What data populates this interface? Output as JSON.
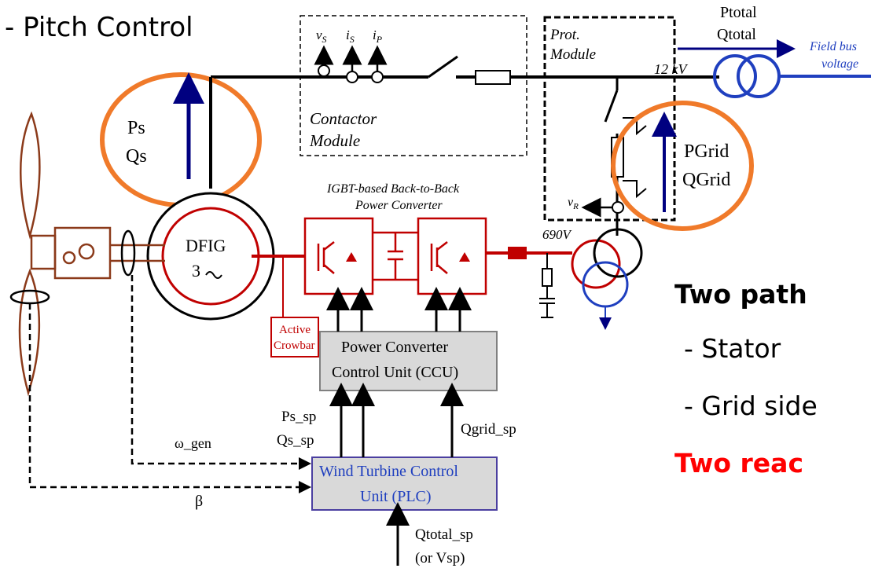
{
  "slide": {
    "pitch_control": "- Pitch Control",
    "two_paths": "Two path",
    "stator": "- Stator",
    "grid_side": "- Grid side",
    "two_reac": "Two reac"
  },
  "labels": {
    "vs": "v",
    "vs_sub": "S",
    "is": "i",
    "is_sub": "S",
    "ip": "i",
    "ip_sub": "P",
    "contactor_1": "Contactor",
    "contactor_2": "Module",
    "prot_1": "Prot.",
    "prot_2": "Module",
    "kv12": "12 kV",
    "ptotal": "Ptotal",
    "qtotal": "Qtotal",
    "fieldbus_1": "Field bus",
    "fieldbus_2": "voltage",
    "ps": "Ps",
    "qs": "Qs",
    "pgrid": "PGrid",
    "qgrid": "QGrid",
    "igbt_1": "IGBT-based Back-to-Back",
    "igbt_2": "Power Converter",
    "vr": "v",
    "vr_sub": "R",
    "v690": "690V",
    "dfig_1": "DFIG",
    "dfig_2": "3",
    "active_1": "Active",
    "active_2": "Crowbar",
    "ccu_1": "Power Converter",
    "ccu_2": "Control Unit (CCU)",
    "ps_sp": "Ps_sp",
    "qs_sp": "Qs_sp",
    "qgrid_sp": "Qgrid_sp",
    "omega": "ω_gen",
    "beta": "β",
    "wtcu_1": "Wind Turbine Control",
    "wtcu_2": "Unit (PLC)",
    "qtotal_sp": "Qtotal_sp",
    "vsp": "(or Vsp)"
  },
  "colors": {
    "black": "#000000",
    "red": "#c00000",
    "navy": "#000080",
    "blue": "#1f3fbf",
    "orange": "#f07a2a",
    "brown": "#8b3a1a",
    "gray_box": "#d9d9d9",
    "purple": "#4b3fa0",
    "bright_red": "#ff0000"
  }
}
